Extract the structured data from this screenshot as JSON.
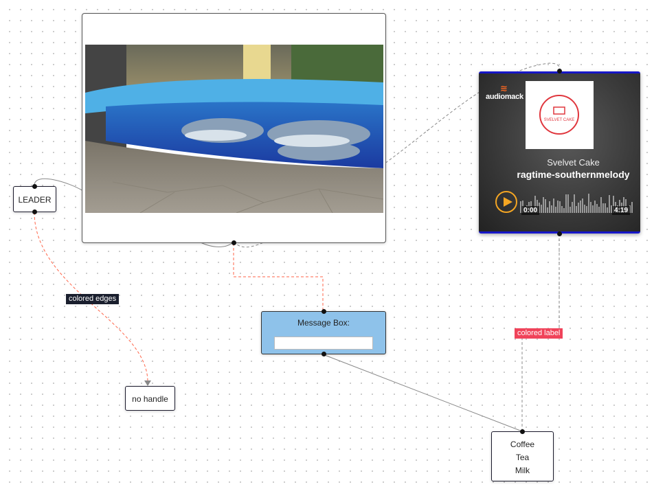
{
  "nodes": {
    "leader": {
      "label": "LEADER"
    },
    "no_handle": {
      "label": "no handle"
    },
    "drinks": {
      "items": [
        "Coffee",
        "Tea",
        "Milk"
      ]
    },
    "message_box": {
      "title": "Message Box:",
      "input_value": "",
      "placeholder": ""
    },
    "audio_player": {
      "brand": "audiomack",
      "cover_text": "SVELVET CAKE",
      "artist": "Svelvet Cake",
      "track": "ragtime-southernmelody",
      "current_time": "0:00",
      "total_time": "4:19",
      "progress": 0
    },
    "video": {
      "description_icon": "dolphins-video-icon"
    }
  },
  "edge_labels": {
    "colored_edges": "colored edges",
    "colored_label": "colored label"
  },
  "colors": {
    "edge_default": "#888888",
    "edge_red_dashed": "#ff6347",
    "edge_gray_dashed": "#888888",
    "label_dark": "#1a1f2e",
    "label_pink": "#f0435a",
    "message_box_bg": "#8ec2ea",
    "audio_accent": "#f5a623",
    "audio_border": "#1616c8"
  }
}
